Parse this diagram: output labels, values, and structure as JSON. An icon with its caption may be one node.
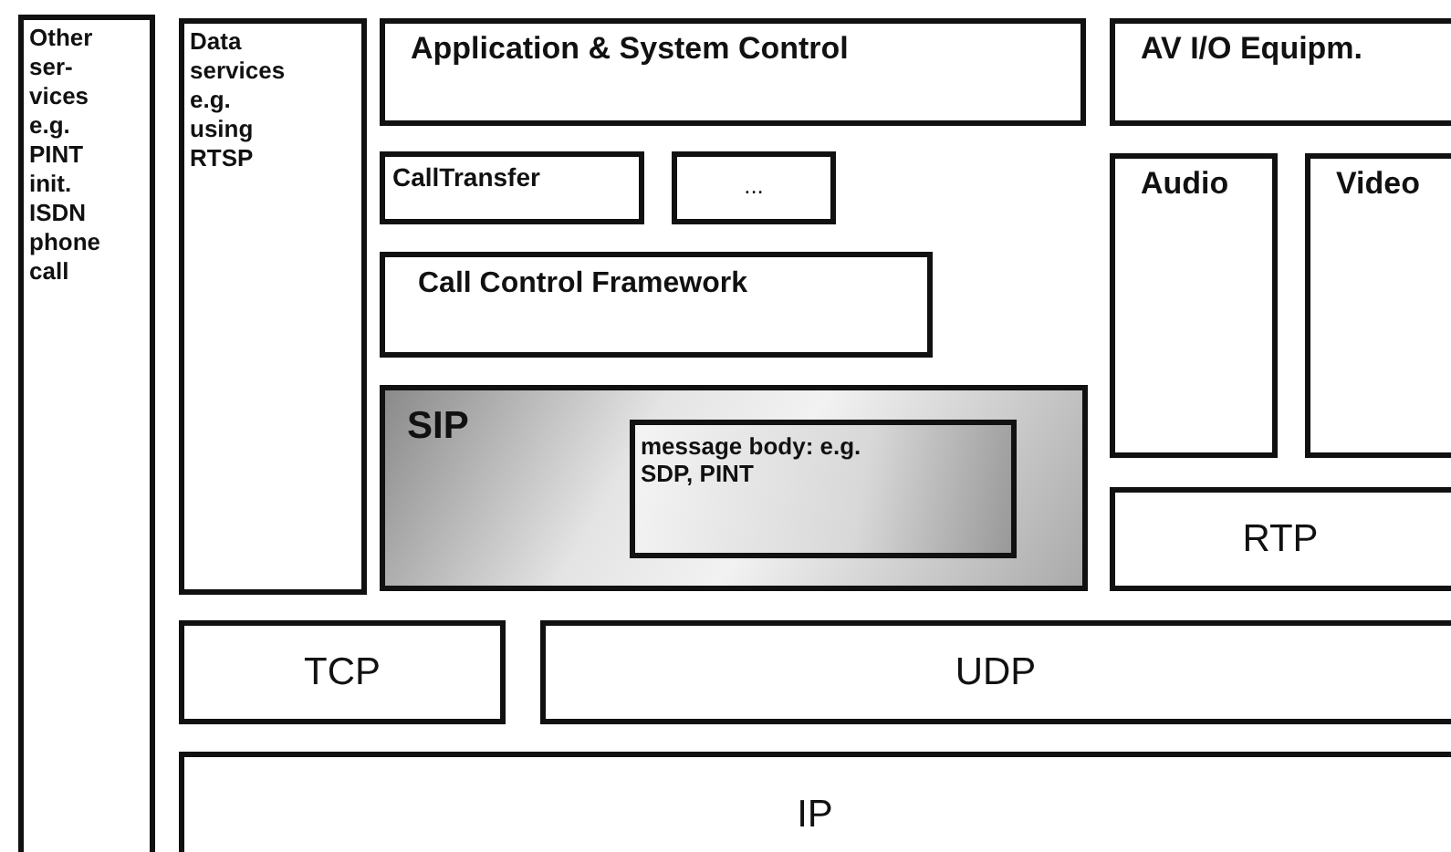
{
  "diagram": {
    "nodes": [
      {
        "text": [
          "Other ser- vices e.g. PINT init. ISDN phone call"
        ]
      },
      {
        "text": [
          "Data services e.g. using RTSP"
        ]
      },
      {
        "text": [
          "Application & System Control"
        ]
      },
      {
        "text": [
          "AV I/O Equipm."
        ]
      },
      {
        "text": [
          "CallTransfer"
        ]
      },
      {
        "text": [
          "..."
        ]
      },
      {
        "text": [
          "Call Control Framework"
        ]
      },
      {
        "text": [
          "Audio"
        ]
      },
      {
        "text": [
          "Video"
        ]
      },
      {
        "text": [
          "SIP"
        ]
      },
      {
        "text": [
          "message body: e.g. SDP, PINT"
        ],
        "in": 9
      },
      {
        "text": [
          "RTP"
        ]
      },
      {
        "text": [
          "TCP"
        ]
      },
      {
        "text": [
          "UDP"
        ]
      },
      {
        "text": [
          "IP"
        ]
      }
    ]
  }
}
